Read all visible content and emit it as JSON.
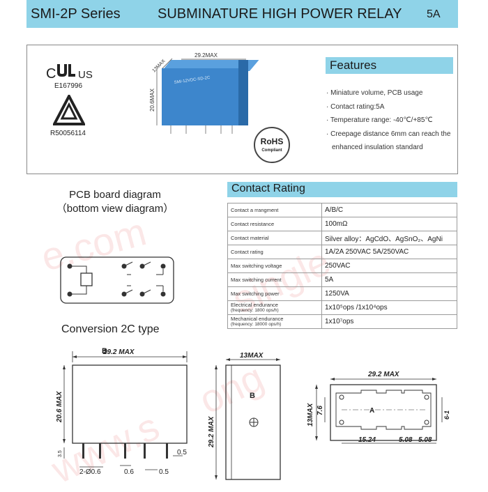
{
  "header": {
    "series": "SMI-2P Series",
    "title": "SUBMINATURE HIGH POWER RELAY",
    "rating": "5A"
  },
  "certifications": {
    "ul_left": "C",
    "ul_right": "US",
    "ul_number": "E167996",
    "tuv_number": "R50056114"
  },
  "relay_photo": {
    "width_label": "29.2MAX",
    "depth_label": "13MAX",
    "height_label": "20.6MAX",
    "marking": "SMI-12VDC-SD-2C"
  },
  "rohs": {
    "title": "RoHS",
    "subtitle": "Compliant"
  },
  "features": {
    "heading": "Features",
    "items": [
      "· Miniature volume, PCB usage",
      "· Contact rating:5A",
      "· Temperature range: -40℃/+85℃",
      "· Creepage distance 6mm can reach the",
      "  enhanced insulation standard"
    ]
  },
  "pcb": {
    "title_line1": "PCB board diagram",
    "title_line2": "（bottom view diagram）"
  },
  "conversion": {
    "title": "Conversion 2C type"
  },
  "contact_rating": {
    "heading": "Contact Rating",
    "rows": [
      {
        "label": "Contact a rrangment",
        "value": "A/B/C"
      },
      {
        "label": "Contact resistance",
        "value": "100mΩ"
      },
      {
        "label": "Contact material",
        "value": "Silver alloy：AgCdO、AgSnO₂、AgNi"
      },
      {
        "label": "Contact rating",
        "value": "1A/2A 250VAC 5A/250VAC"
      },
      {
        "label": "Max switching voltage",
        "value": "250VAC"
      },
      {
        "label": "Max switching current",
        "value": "5A"
      },
      {
        "label": "Max switching power",
        "value": "1250VA"
      },
      {
        "label": "Electrical endurance",
        "sublabel": "(frequency: 1800 ops/h)",
        "value": "1x10⁵ops /1x10⁴ops"
      },
      {
        "label": "Mechanical endurance",
        "sublabel": "(frequency: 18000 ops/h)",
        "value": "1x10⁷ops"
      }
    ]
  },
  "drawings": {
    "front": {
      "width": "29.2 MAX",
      "height": "20.6 MAX",
      "marker": "B",
      "pin_len": "3.5",
      "pin_dia": "2-Ø0.6",
      "pin_w": "0.6",
      "pin_t": "0.5",
      "pin_t2": "0.5"
    },
    "side": {
      "depth": "13MAX",
      "height": "29.2 MAX",
      "marker": "B"
    },
    "bottom": {
      "width": "29.2 MAX",
      "height": "13MAX",
      "inner": "7.6",
      "marker": "A",
      "pitch1": "15.24",
      "pitch2": "5.08",
      "pitch3": "5.08",
      "right_dim": "6-1"
    }
  },
  "watermark": {
    "line1": "e.com",
    "line2": "single",
    "line3": "ong",
    "line4": "www.s"
  }
}
